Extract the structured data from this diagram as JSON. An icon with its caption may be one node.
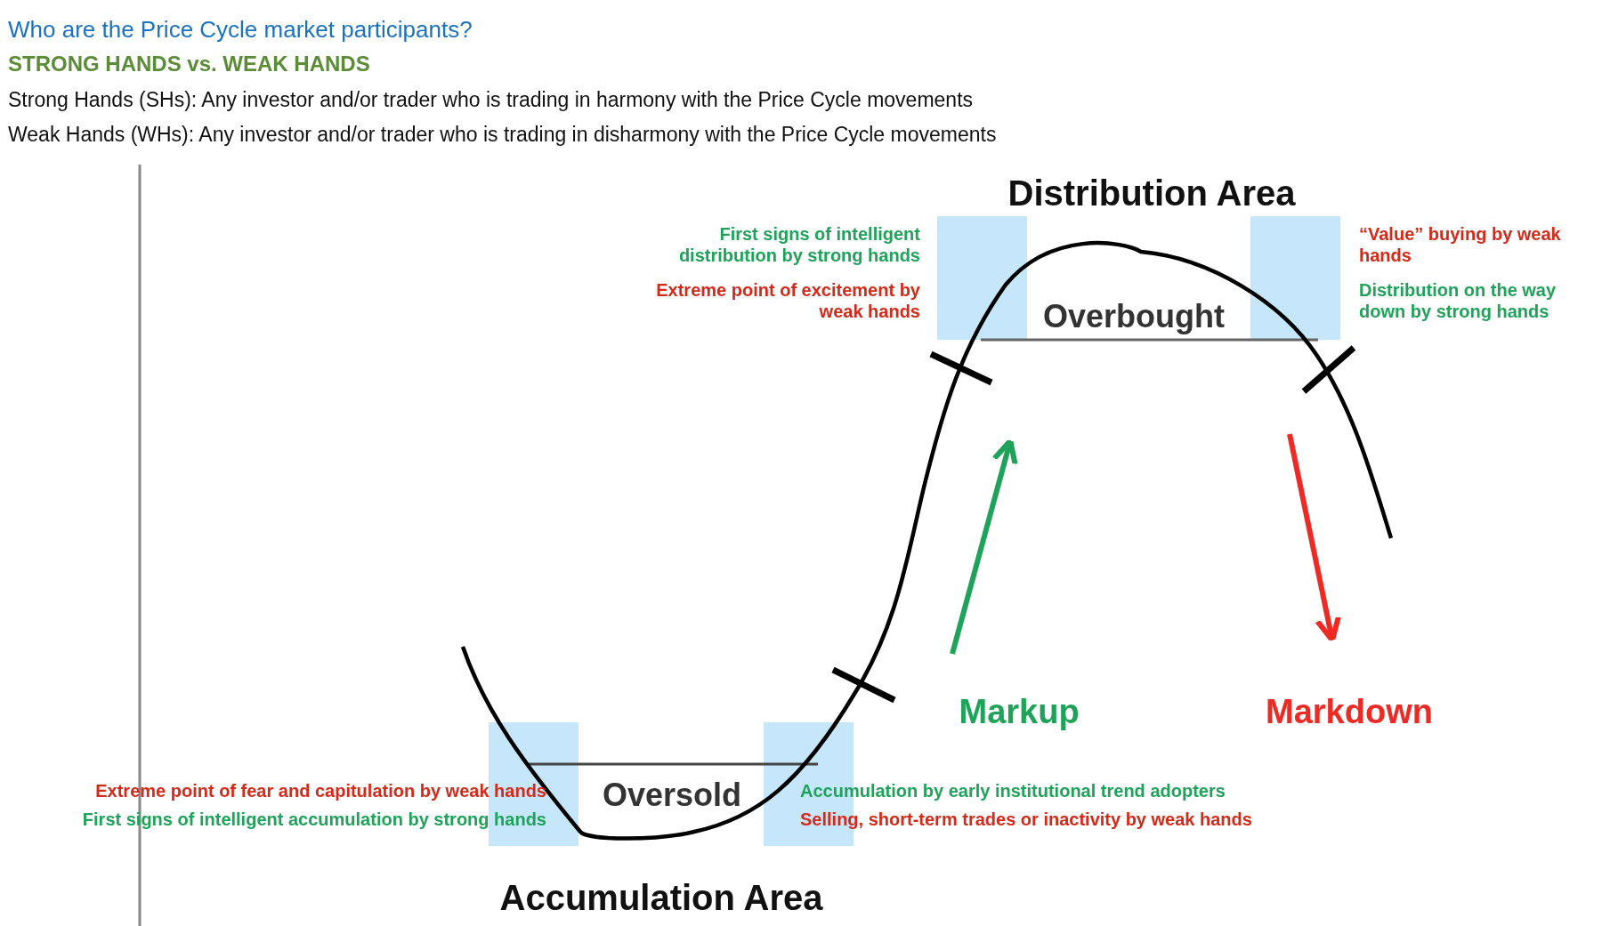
{
  "diagram": {
    "title": "Who are the Price Cycle market participants?",
    "labels": [
      "STRONG HANDS vs. WEAK HANDS",
      "Strong Hands (SHs): Any investor and/or trader who is trading in harmony with the Price Cycle movements",
      "Weak Hands (WHs): Any investor and/or trader who is trading in disharmony with the Price Cycle movements",
      "Distribution Area",
      "First signs of intelligent distribution by strong hands",
      "Extreme point of excitement by weak hands",
      "“Value” buying by weak hands",
      "Distribution on the way down by strong hands",
      "Overbought",
      "Markup",
      "Markdown",
      "Extreme point of fear and capitulation by weak hands",
      "First signs of intelligent accumulation by strong hands",
      "Oversold",
      "Accumulation by early institutional trend adopters",
      "Selling, short-term trades or inactivity by weak hands",
      "Accumulation Area"
    ]
  }
}
